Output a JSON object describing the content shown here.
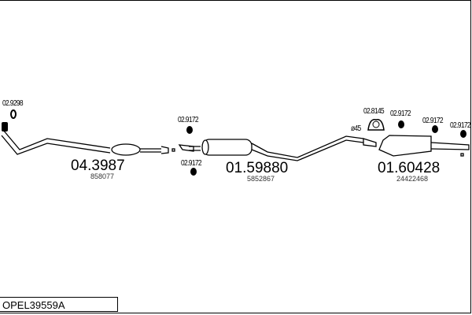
{
  "diagram_code": "OPEL39559A",
  "parts": [
    {
      "number": "04.3987",
      "oem": "858077"
    },
    {
      "number": "01.59880",
      "oem": "5852867"
    },
    {
      "number": "01.60428",
      "oem": "24422468"
    }
  ],
  "accessories": {
    "ring_front": "02.9298",
    "hanger_1": "02.9172",
    "hanger_2": "02.9172",
    "clamp": "02.8145",
    "clamp_size": "ø45",
    "hanger_3": "02.9172",
    "hanger_4": "02.9172",
    "hanger_5": "02.9172"
  }
}
